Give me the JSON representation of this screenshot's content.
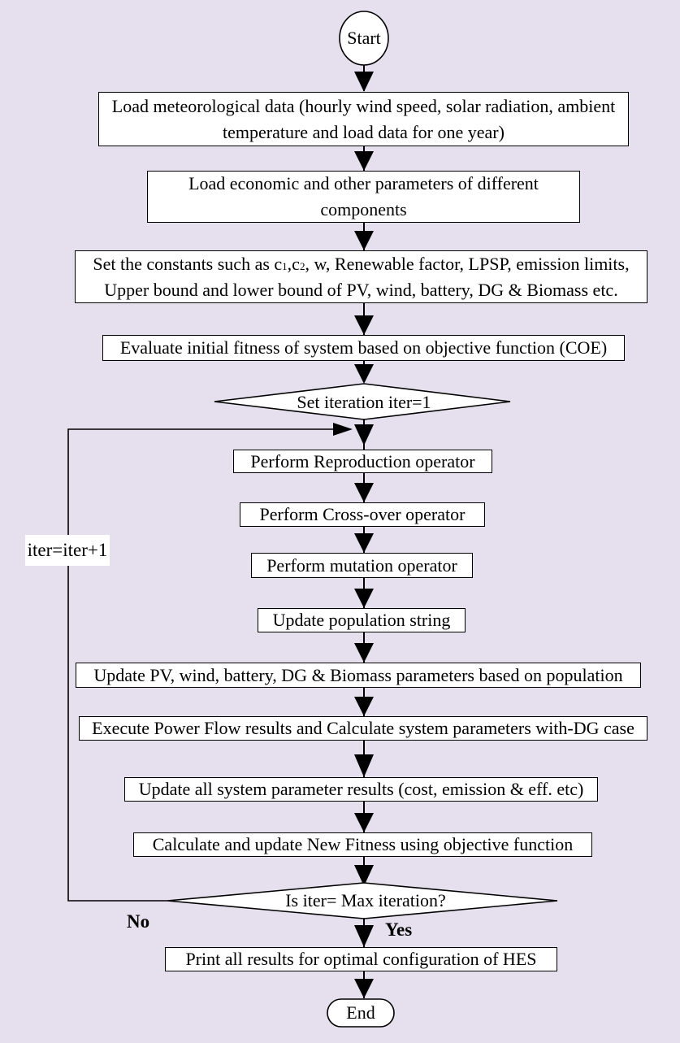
{
  "colors": {
    "background": "#e6e0ee",
    "box_fill": "#ffffff",
    "line": "#000000"
  },
  "nodes": {
    "start": "Start",
    "load_met_1": "Load meteorological data (hourly wind speed, solar radiation, ambient",
    "load_met_2": "temperature and load data for one year)",
    "load_econ_1": "Load economic and other parameters of different",
    "load_econ_2": "components",
    "constants_1a": "Set the constants such as c",
    "constants_sub1": "1",
    "constants_1b": ",c",
    "constants_sub2": "2",
    "constants_1c": ", w, Renewable factor, LPSP, emission limits,",
    "constants_2": "Upper bound and lower bound of PV, wind, battery, DG & Biomass etc.",
    "evaluate": "Evaluate initial fitness of system based on objective function (COE)",
    "set_iter": "Set iteration iter=1",
    "reproduction": "Perform Reproduction operator",
    "crossover": "Perform Cross-over operator",
    "mutation": "Perform mutation operator",
    "update_pop": "Update population string",
    "update_params": "Update PV, wind, battery, DG & Biomass parameters based on population",
    "power_flow": "Execute Power Flow results and Calculate system parameters with-DG case",
    "update_results": "Update all system parameter results (cost, emission & eff. etc)",
    "new_fitness": "Calculate and update New Fitness using objective function",
    "decision": "Is  iter= Max iteration?",
    "print": "Print all results for optimal configuration of HES",
    "end": "End"
  },
  "edge_labels": {
    "no": "No",
    "yes": "Yes",
    "loop": "iter=iter+1"
  }
}
